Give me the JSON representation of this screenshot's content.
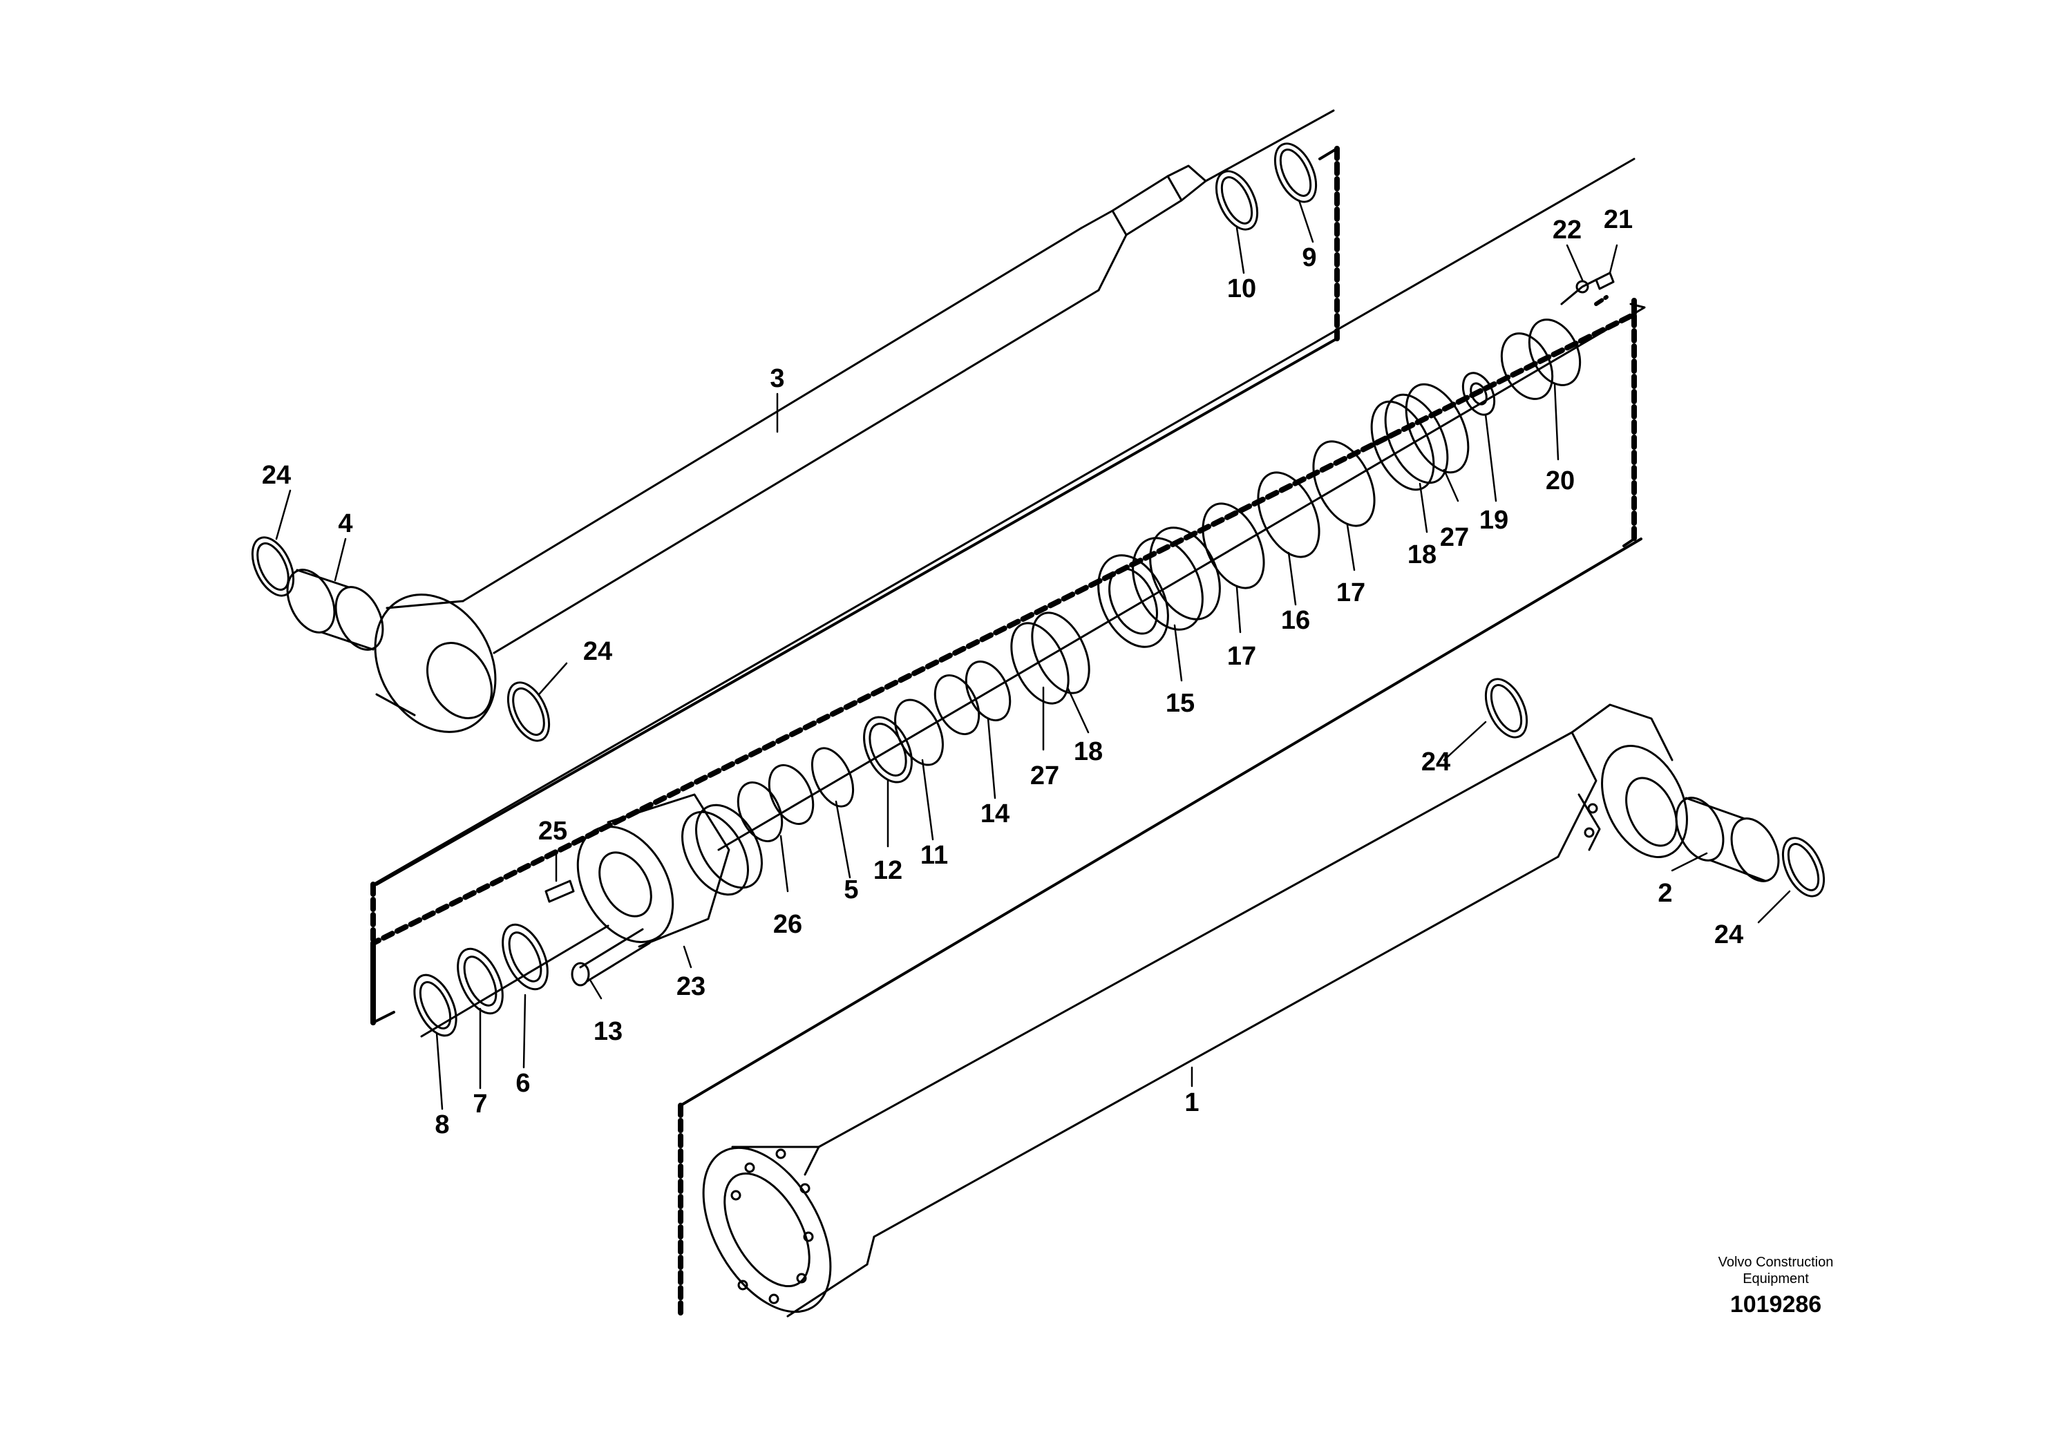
{
  "labels": {
    "l1": "1",
    "l2": "2",
    "l3": "3",
    "l4": "4",
    "l5": "5",
    "l6": "6",
    "l7": "7",
    "l8": "8",
    "l9": "9",
    "l10": "10",
    "l11": "11",
    "l12": "12",
    "l13": "13",
    "l14": "14",
    "l15": "15",
    "l16a": "16",
    "l17a": "17",
    "l17b": "17",
    "l18a": "18",
    "l18b": "18",
    "l19": "19",
    "l20": "20",
    "l21": "21",
    "l22": "22",
    "l23": "23",
    "l24a": "24",
    "l24b": "24",
    "l24c": "24",
    "l24d": "24",
    "l25": "25",
    "l26": "26",
    "l27a": "27",
    "l27b": "27"
  },
  "caption": {
    "brand_line1": "Volvo Construction",
    "brand_line2": "Equipment",
    "code": "1019286"
  }
}
